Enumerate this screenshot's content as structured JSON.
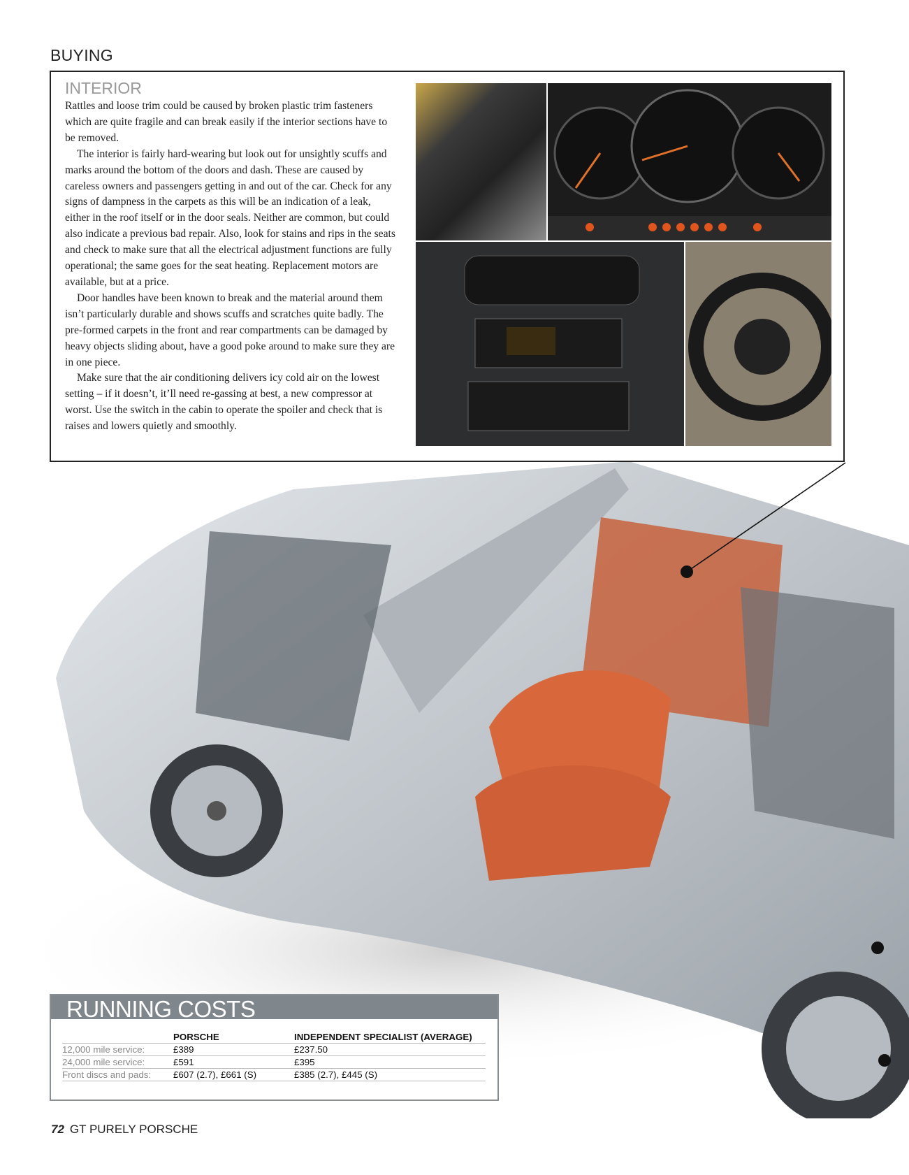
{
  "header": {
    "section": "BUYING"
  },
  "interior": {
    "title": "INTERIOR",
    "paragraphs": [
      "Rattles and loose trim could be caused by broken plastic trim fasteners which are quite fragile and can break easily if the interior sections have to be removed.",
      "The interior is fairly hard-wearing but look out for unsightly scuffs and marks around the bottom of the doors and dash. These are caused by careless owners and passengers getting in and out of the car. Check for any signs of dampness in the carpets as this will be an indication of a leak, either in the roof itself or in the door seals. Neither are common, but could also indicate a previous bad repair. Also, look for stains and rips in the seats and check to make sure that all the electrical adjustment functions are fully operational; the same goes for the seat heating. Replacement motors are available, but at a price.",
      "Door handles have been known to break and the material around them isn’t particularly durable and shows scuffs and scratches quite badly. The pre-formed carpets in the front and rear compartments can be damaged by heavy objects sliding about, have a good poke around to make sure they are in one piece.",
      "Make sure that the air conditioning delivers icy cold air on the lowest setting – if it doesn’t, it’ll need re-gassing at best, a new compressor at worst. Use the switch in the cabin to operate the spoiler and check that is raises and lowers quietly and smoothly."
    ]
  },
  "running_costs": {
    "title": "RUNNING COSTS",
    "columns": [
      "",
      "PORSCHE",
      "INDEPENDENT SPECIALIST (AVERAGE)"
    ],
    "rows": [
      [
        "12,000 mile service:",
        "£389",
        "£237.50"
      ],
      [
        "24,000 mile service:",
        "£591",
        "£395"
      ],
      [
        "Front discs and pads:",
        "£607 (2.7), £661 (S)",
        "£385 (2.7), £445 (S)"
      ]
    ]
  },
  "footer": {
    "page_number": "72",
    "publication": "GT PURELY PORSCHE"
  },
  "colors": {
    "seat_orange": "#d9673c",
    "costs_header": "#7f878c"
  }
}
